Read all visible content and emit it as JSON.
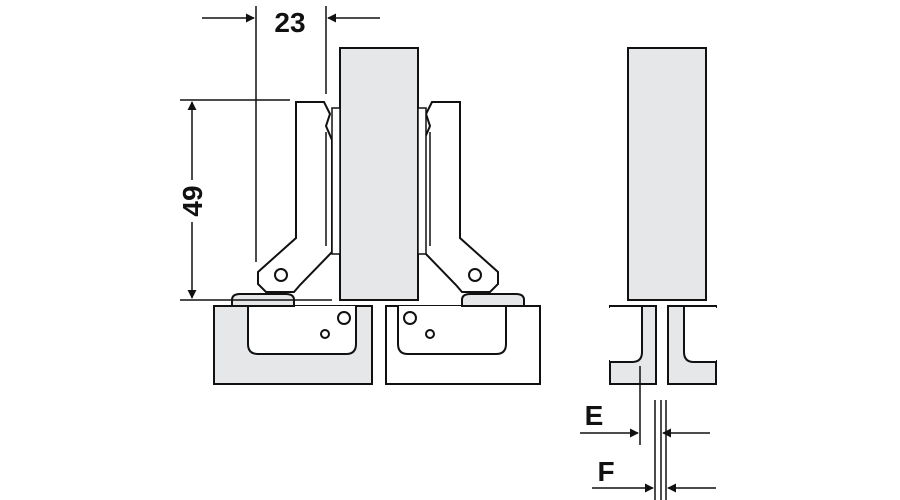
{
  "diagram": {
    "labels": {
      "overlay_width": "23",
      "hinge_height": "49",
      "gap_e": "E",
      "gap_f": "F"
    },
    "colors": {
      "panel_fill": "#e6e7e9",
      "line": "#111111",
      "background": "#ffffff"
    }
  }
}
